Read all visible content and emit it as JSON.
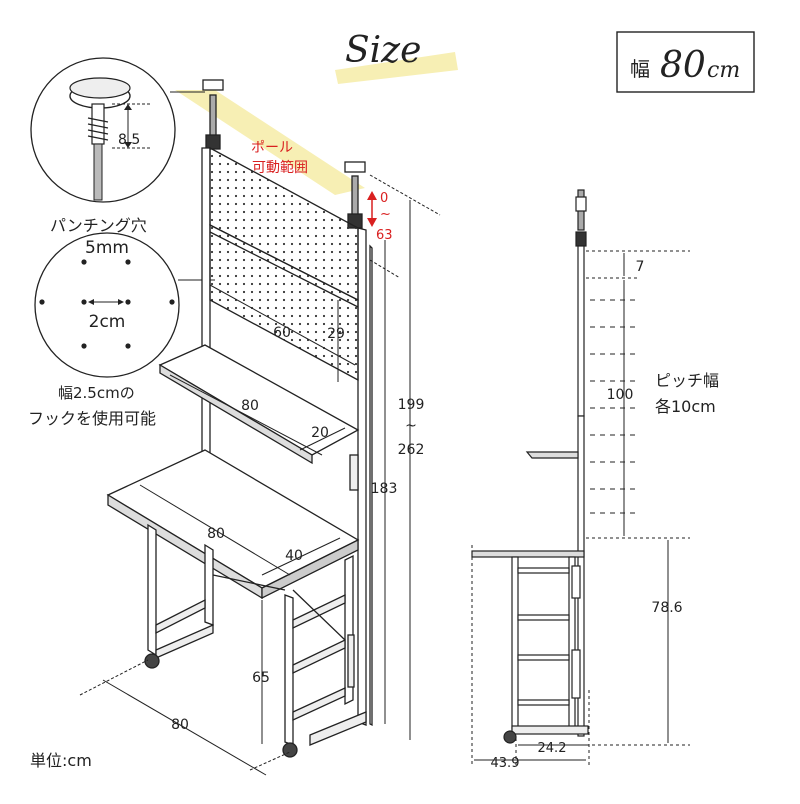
{
  "title": "Size",
  "width_badge": {
    "label": "幅",
    "value": "80",
    "unit": "cm"
  },
  "pole": {
    "label_line1": "ポール",
    "label_line2": "可動範囲",
    "range_min": "0",
    "range_tilde": "~",
    "range_max": "63"
  },
  "detail_adjuster": {
    "value": "8.5"
  },
  "punching": {
    "caption": "パンチング穴",
    "hole_size": "5mm",
    "hole_pitch": "2cm",
    "hook_note_line1": "幅2.5cmの",
    "hook_note_line2": "フックを使用可能"
  },
  "front_dims": {
    "panel_width": "60",
    "panel_height": "29",
    "shelf_width": "80",
    "shelf_depth": "20",
    "desk_width": "80",
    "desk_depth": "40",
    "desk_height": "65",
    "base_width": "80",
    "pole_height": "183",
    "total_min": "199",
    "tilde": "~",
    "total_max": "262"
  },
  "side_dims": {
    "top_gap": "7",
    "pitch_span": "100",
    "pitch_label_line1": "ピッチ幅",
    "pitch_label_line2": "各10cm",
    "desk_height": "78.6",
    "base_depth": "24.2",
    "total_depth": "43.9"
  },
  "unit_note": "単位:cm",
  "colors": {
    "accent_red": "#d92020",
    "highlight": "#f7efb4",
    "line": "#222222",
    "pole": "#8a8a8a"
  }
}
